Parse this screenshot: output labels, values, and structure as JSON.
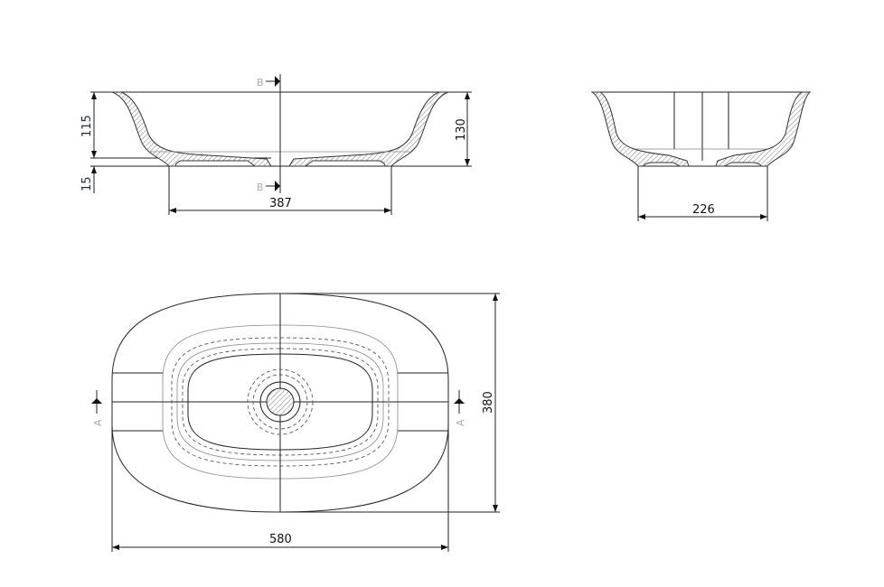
{
  "front_section": {
    "section_marker": "B",
    "dim_bowl_depth": "115",
    "dim_foot_height": "15",
    "dim_total_height": "130",
    "dim_foot_width": "387"
  },
  "side_section": {
    "dim_foot_width": "226"
  },
  "plan_view": {
    "section_marker": "A",
    "dim_depth": "380",
    "dim_width": "580"
  }
}
